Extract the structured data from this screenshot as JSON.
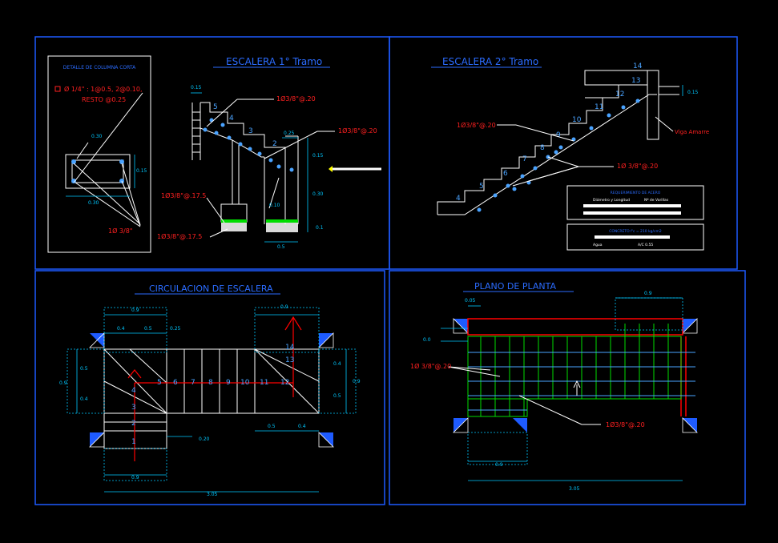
{
  "colors": {
    "background": "#000000",
    "frame": "#1e5bff",
    "title": "#2b6cff",
    "line": "#ffffff",
    "dim": "#00c8ff",
    "rebar_label": "#ff2020",
    "rebar": "#4aa3ff",
    "grid_green": "#00dd00",
    "accent_red": "#ff0000",
    "gravel": "#ffffff",
    "yellow": "#ffff00"
  },
  "column_detail": {
    "title": "DETALLE DE COLUMNA CORTA",
    "stirrup_note": "Ø 1/4\" : 1@0.5, 2@0.10,",
    "rest_note": "RESTO @0.25",
    "bar_label": "1Ø 3/8\"",
    "dim_width": "0.30",
    "dim_height": "0.15",
    "dim_bottom": "0.30"
  },
  "tramo1": {
    "title": "ESCALERA   1° Tramo",
    "steps": [
      "5",
      "4",
      "3",
      "2"
    ],
    "rebar_top": "1Ø3/8\"@.20",
    "rebar_right": "1Ø3/8\"@.20",
    "rebar_left": "1Ø3/8\"@.17.5",
    "rebar_bottom": "1Ø3/8\"@.17.5",
    "dim_top": "0.15",
    "dim_025": "0.25",
    "dim_015": "0.15",
    "dim_030": "0.30",
    "dim_010": "0.10",
    "dim_01": "0.1",
    "dim_05": "0.5"
  },
  "tramo2": {
    "title": "ESCALERA   2° Tramo",
    "steps": [
      "4",
      "5",
      "6",
      "7",
      "8",
      "9",
      "10",
      "11",
      "12",
      "13",
      "14"
    ],
    "rebar_upper": "1Ø3/8\"@.20",
    "rebar_lower": "1Ø 3/8\"@.20",
    "beam_label": "Viga Amarre",
    "dim_015": "0.15",
    "table1_title": "REQUERIMIENTO DE ACERO",
    "table1_col1": "Diámetro y Longitud",
    "table1_col2": "Nº de Varillas",
    "table2_title": "CONCRETO f'c = 210 kg/cm2",
    "table2_col1": "Agua",
    "table2_col2": "A/C 0.55"
  },
  "circulacion": {
    "title": "CIRCULACION DE ESCALERA",
    "steps": [
      "1",
      "2",
      "3",
      "4",
      "5",
      "6",
      "7",
      "8",
      "9",
      "10",
      "11",
      "12",
      "13",
      "14"
    ],
    "dims": {
      "top_left": "0.9",
      "top_right": "0.9",
      "d04": "0.4",
      "d05": "0.5",
      "d025": "0.25",
      "left_05": "0.5",
      "left_04": "0.4",
      "left_09": "0.9",
      "right_04": "0.4",
      "right_05": "0.5",
      "right_09": "0.9",
      "bottom_05": "0.5",
      "bottom_04": "0.4",
      "d020": "0.20",
      "bottom_09": "0.9",
      "total": "3.05"
    }
  },
  "planta": {
    "title": "PLANO DE PLANTA",
    "rebar_left": "1Ø 3/8\"@.20",
    "rebar_bottom": "1Ø3/8\"@.20",
    "dim_005": "0.05",
    "dim_00": "0.0",
    "dim_top": "0.9",
    "dim_bottom": "0.9",
    "total": "3.05"
  }
}
